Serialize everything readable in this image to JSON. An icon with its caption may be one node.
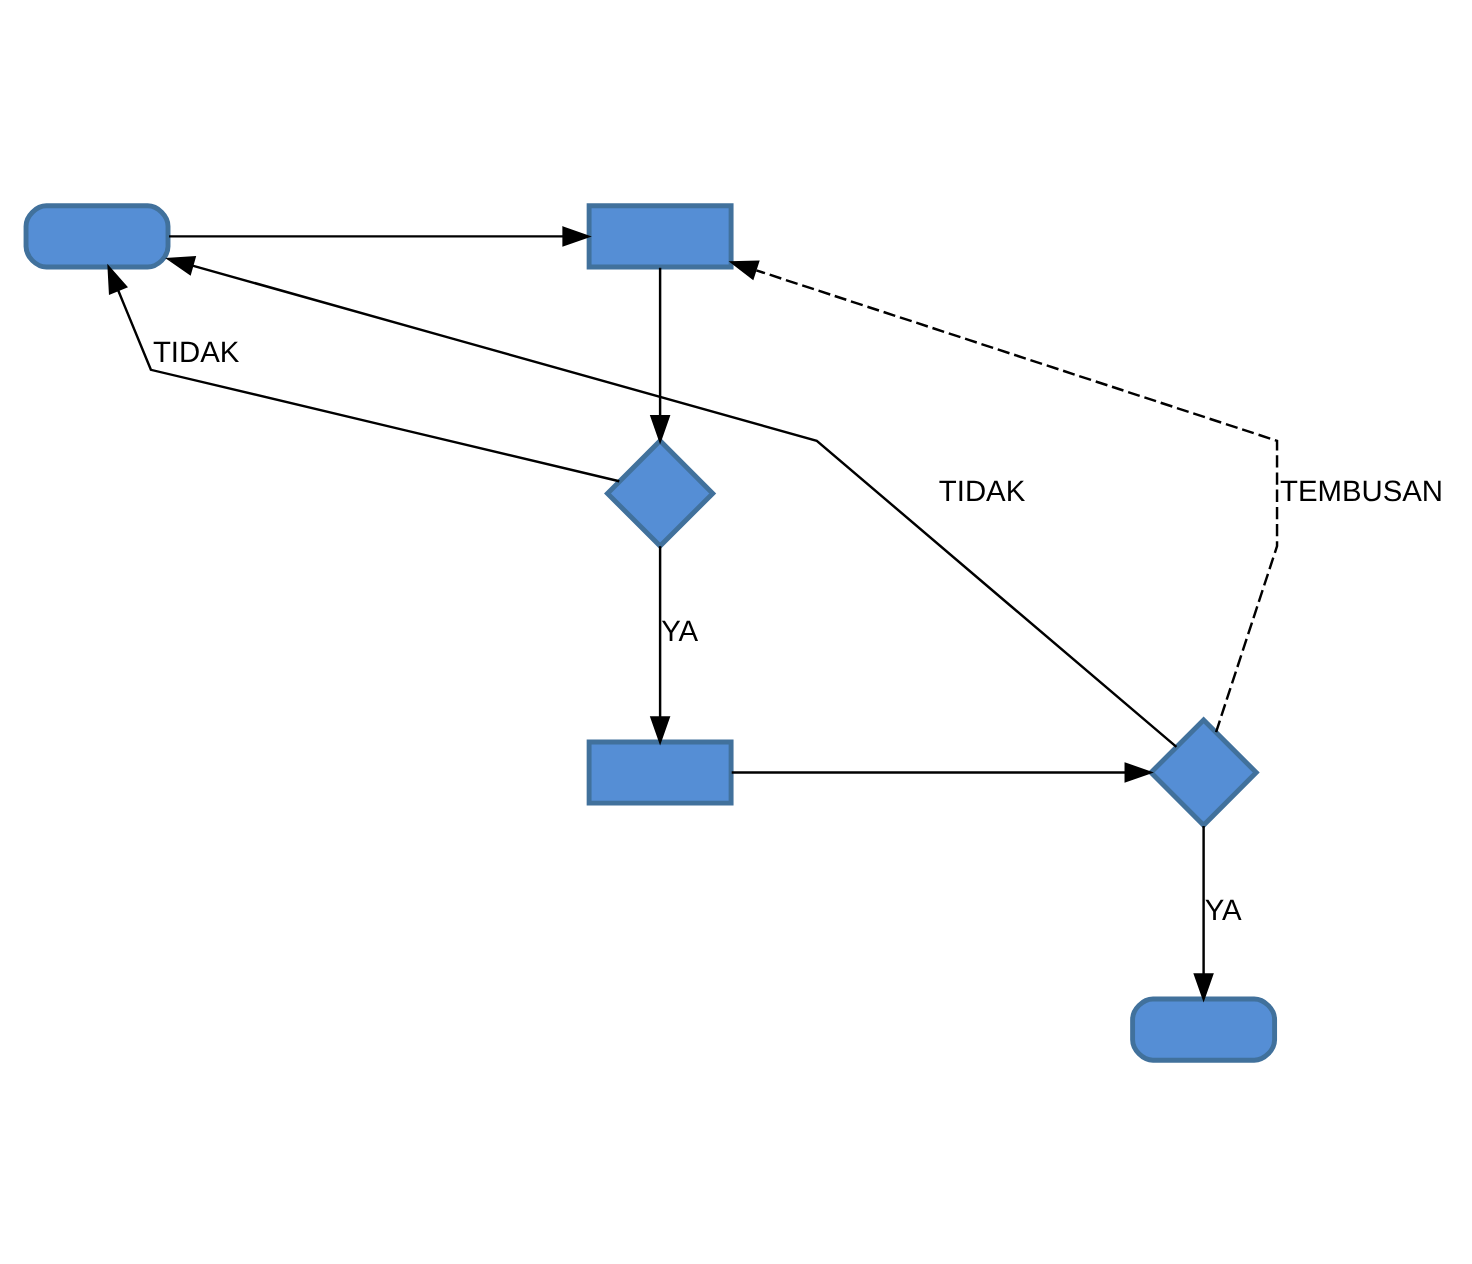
{
  "diagram": {
    "nodes": [
      {
        "text": [],
        "shape": "box"
      },
      {
        "text": [],
        "shape": "box"
      },
      {
        "text": [],
        "shape": "diamond"
      },
      {
        "text": [],
        "shape": "box"
      },
      {
        "text": [],
        "shape": "diamond"
      },
      {
        "text": [],
        "shape": "box"
      }
    ],
    "edges": [
      {
        "from": 0,
        "to": 1,
        "arrow": "to"
      },
      {
        "from": 1,
        "to": 2,
        "arrow": "to"
      },
      {
        "from": 2,
        "to": 0,
        "arrow": "to",
        "label": "TIDAK"
      },
      {
        "from": 2,
        "to": 3,
        "arrow": "to",
        "label": "YA"
      },
      {
        "from": 3,
        "to": 4,
        "arrow": "to"
      },
      {
        "from": 4,
        "to": 0,
        "arrow": "to",
        "label": "TIDAK"
      },
      {
        "from": 4,
        "to": 1,
        "arrow": "to",
        "label": "TEMBUSAN",
        "style": "dashed"
      },
      {
        "from": 4,
        "to": 5,
        "arrow": "to",
        "label": "YA"
      }
    ]
  }
}
